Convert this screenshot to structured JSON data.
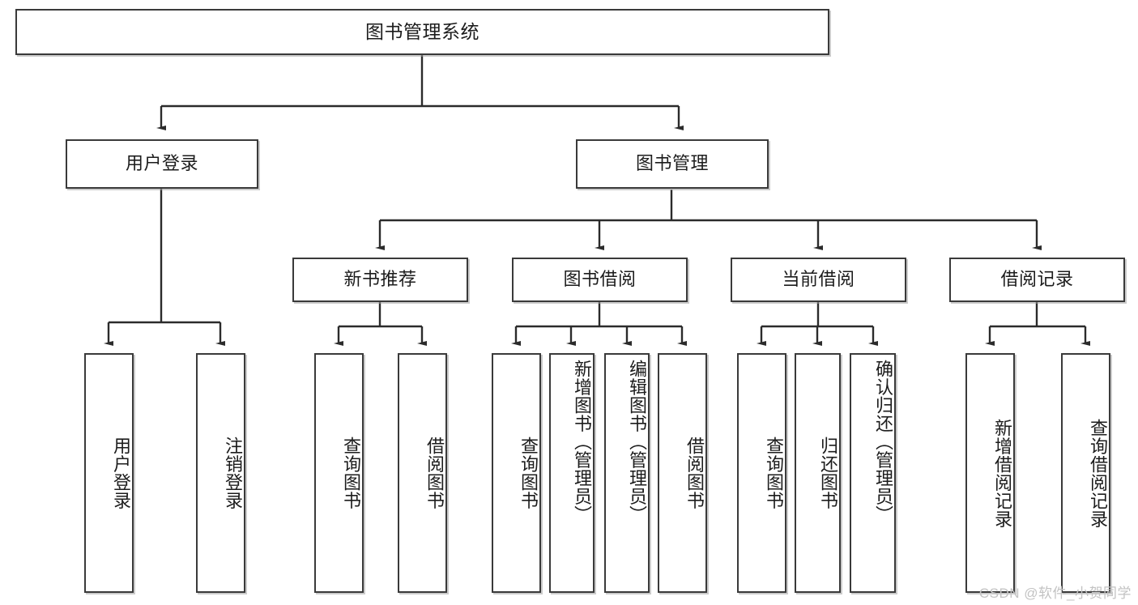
{
  "diagram": {
    "title": "图书管理系统",
    "type": "tree",
    "watermark": "CSDN @软件_小贺同学",
    "theme": {
      "background": "#ffffff",
      "box_border": "#3a3a3a",
      "box_fill": "#ffffff",
      "line": "#2b2b2b",
      "text": "#1c1c1c",
      "watermark": "#c3c3c3"
    },
    "levels": {
      "root": {
        "label": "图书管理系统"
      },
      "level2": [
        {
          "id": "user-login",
          "label": "用户登录"
        },
        {
          "id": "book-manage",
          "label": "图书管理"
        }
      ],
      "level3": [
        {
          "id": "new-book-rec",
          "label": "新书推荐",
          "parent": "book-manage"
        },
        {
          "id": "book-borrow",
          "label": "图书借阅",
          "parent": "book-manage"
        },
        {
          "id": "current-borrow",
          "label": "当前借阅",
          "parent": "book-manage"
        },
        {
          "id": "borrow-record",
          "label": "借阅记录",
          "parent": "book-manage"
        }
      ],
      "leaves": [
        {
          "id": "leaf-user-login",
          "label": "用户登录",
          "parent": "user-login"
        },
        {
          "id": "leaf-user-logout",
          "label": "注销登录",
          "parent": "user-login"
        },
        {
          "id": "leaf-query-book-1",
          "label": "查询图书",
          "parent": "new-book-rec"
        },
        {
          "id": "leaf-borrow-book-1",
          "label": "借阅图书",
          "parent": "new-book-rec"
        },
        {
          "id": "leaf-query-book-2",
          "label": "查询图书",
          "parent": "book-borrow"
        },
        {
          "id": "leaf-add-book",
          "label": "新增图书（管理员）",
          "parent": "book-borrow"
        },
        {
          "id": "leaf-edit-book",
          "label": "编辑图书（管理员）",
          "parent": "book-borrow"
        },
        {
          "id": "leaf-borrow-book-2",
          "label": "借阅图书",
          "parent": "book-borrow"
        },
        {
          "id": "leaf-query-book-3",
          "label": "查询图书",
          "parent": "current-borrow"
        },
        {
          "id": "leaf-return-book",
          "label": "归还图书",
          "parent": "current-borrow"
        },
        {
          "id": "leaf-confirm-return",
          "label": "确认归还（管理员）",
          "parent": "current-borrow"
        },
        {
          "id": "leaf-add-record",
          "label": "新增借阅记录",
          "parent": "borrow-record"
        },
        {
          "id": "leaf-query-record",
          "label": "查询借阅记录",
          "parent": "borrow-record"
        }
      ]
    }
  }
}
